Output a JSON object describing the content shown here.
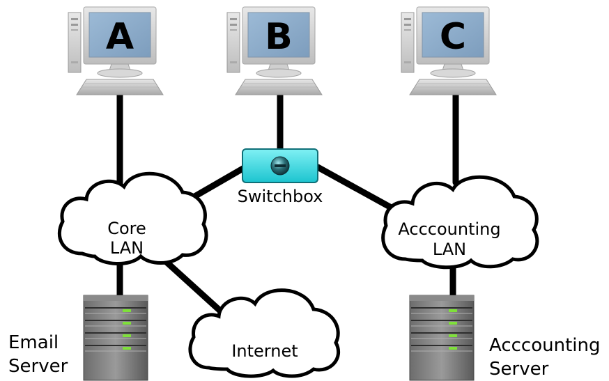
{
  "computers": [
    {
      "letter": "A"
    },
    {
      "letter": "B"
    },
    {
      "letter": "C"
    }
  ],
  "switchbox": {
    "label": "Switchbox"
  },
  "clouds": {
    "core": {
      "line1": "Core",
      "line2": "LAN"
    },
    "accounting": {
      "line1": "Acccounting",
      "line2": "LAN"
    },
    "internet": {
      "label": "Internet"
    }
  },
  "servers": {
    "email": {
      "line1": "Email",
      "line2": "Server"
    },
    "accounting": {
      "line1": "Acccounting",
      "line2": "Server"
    }
  },
  "colors": {
    "switch_fill": "#2ad4dc",
    "server_light": "#7fe03a",
    "monitor_screen": "#8fb0cf"
  }
}
